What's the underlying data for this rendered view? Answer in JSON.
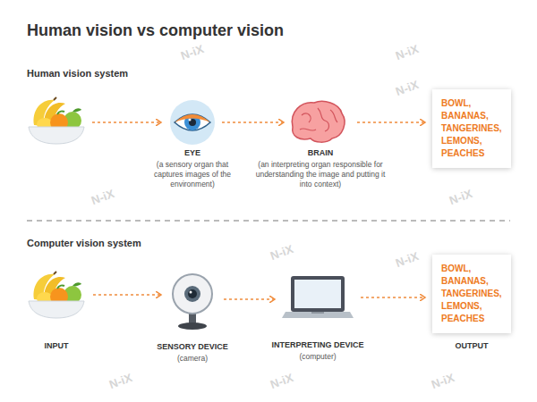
{
  "diagram": {
    "title": "Human vision vs computer vision",
    "nodes": [
      {
        "text": [
          "EYE",
          "(a sensory organ that captures images of the environment)"
        ]
      },
      {
        "text": [
          "BRAIN",
          "(an interpreting organ responsible for understanding the image and putting it into context)"
        ]
      },
      {
        "text": [
          "BOWL, BANANAS, TANGERINES, LEMONS, PEACHES"
        ]
      },
      {
        "text": [
          "INPUT"
        ]
      },
      {
        "text": [
          "SENSORY DEVICE",
          "(camera)"
        ]
      },
      {
        "text": [
          "INTERPRETING DEVICE",
          "(computer)"
        ]
      },
      {
        "text": [
          "BOWL, BANANAS, TANGERINES, LEMONS, PEACHES",
          "OUTPUT"
        ]
      }
    ],
    "edges": [
      {
        "from": 0,
        "to": 1,
        "arrow": "to"
      },
      {
        "from": 1,
        "to": 2,
        "arrow": "to"
      },
      {
        "from": 3,
        "to": 4,
        "arrow": "to"
      },
      {
        "from": 4,
        "to": 5,
        "arrow": "to"
      },
      {
        "from": 5,
        "to": 6,
        "arrow": "to"
      }
    ],
    "labels": [
      "Human vision system",
      "Computer vision system",
      "N-iX",
      "N-iX",
      "N-iX",
      "N-iX",
      "N-iX",
      "N-iX",
      "N-iX",
      "N-iX",
      "N-iX",
      "N-iX"
    ]
  }
}
